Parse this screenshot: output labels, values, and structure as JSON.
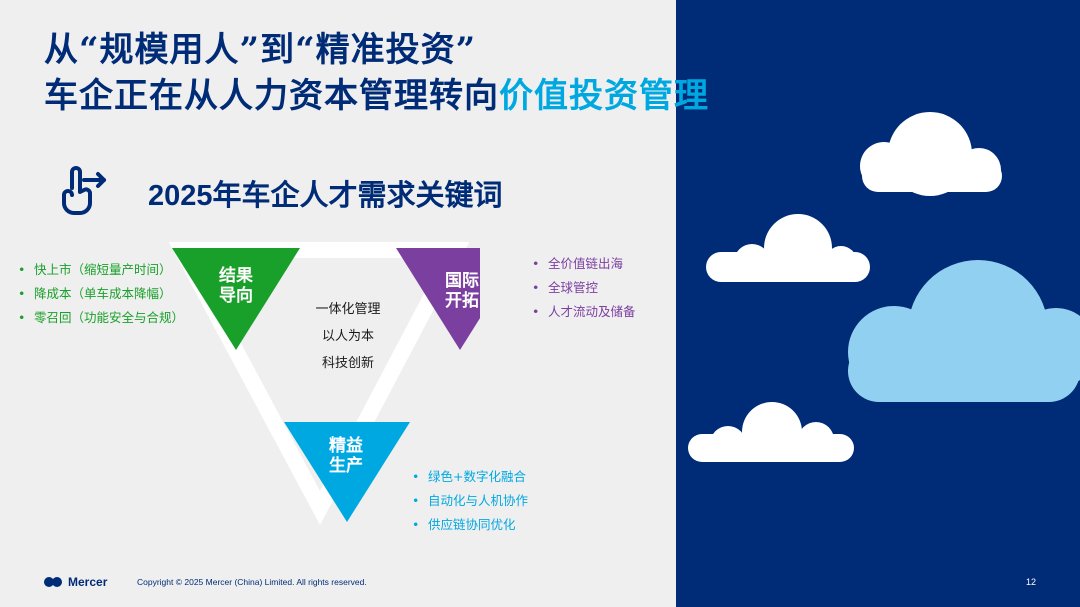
{
  "title": {
    "line1": "从“规模用人”到“精准投资”",
    "line2_main": "车企正在从人力资本管理转向",
    "line2_highlight": "价值投资管理"
  },
  "keywords": {
    "year": "2025",
    "heading": "年车企人才需求关键词",
    "icon": "hand-pointer-arrow-icon"
  },
  "triangles": {
    "green": {
      "label_line1": "结果",
      "label_line2": "导向",
      "color": "#19a02a"
    },
    "purple": {
      "label_line1": "国际",
      "label_line2": "开拓",
      "color": "#7b3fa0"
    },
    "blue": {
      "label_line1": "精益",
      "label_line2": "生产",
      "color": "#00a8e1"
    }
  },
  "center": [
    "一体化管理",
    "以人为本",
    "科技创新"
  ],
  "bullets": {
    "green": [
      "快上市（缩短量产时间）",
      "降成本（单车成本降幅）",
      "零召回（功能安全与合规）"
    ],
    "purple": [
      "全价值链出海",
      "全球管控",
      "人才流动及储备"
    ],
    "blue": [
      "绿色+数字化融合",
      "自动化与人机协作",
      "供应链协同优化"
    ]
  },
  "footer": {
    "brand": "Mercer",
    "copyright": "Copyright © 2025 Mercer (China) Limited. All rights reserved.",
    "page_number": "12"
  },
  "colors": {
    "navy": "#002c77",
    "accent": "#00a8e1",
    "cloud_light_blue": "#92d0f2"
  }
}
